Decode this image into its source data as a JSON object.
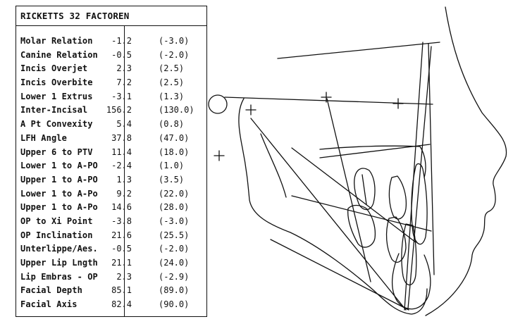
{
  "table": {
    "title": "RICKETTS 32 FACTOREN",
    "rows": [
      {
        "name": "Molar Relation",
        "value": "-1.2",
        "norm": "(-3.0)"
      },
      {
        "name": "Canine Relation",
        "value": "-0.5",
        "norm": "(-2.0)"
      },
      {
        "name": "Incis Overjet",
        "value": "2.3",
        "norm": "(2.5)"
      },
      {
        "name": "Incis Overbite",
        "value": "7.2",
        "norm": "(2.5)"
      },
      {
        "name": "Lower 1 Extrus",
        "value": "-3.1",
        "norm": "(1.3)"
      },
      {
        "name": "Inter-Incisal",
        "value": "156.2",
        "norm": "(130.0)"
      },
      {
        "name": "A Pt Convexity",
        "value": "5.4",
        "norm": "(0.8)"
      },
      {
        "name": "LFH Angle",
        "value": "37.8",
        "norm": "(47.0)"
      },
      {
        "name": "Upper 6 to PTV",
        "value": "11.4",
        "norm": "(18.0)"
      },
      {
        "name": "Lower 1 to A-PO",
        "value": "-2.4",
        "norm": "(1.0)"
      },
      {
        "name": "Upper 1 to A-PO",
        "value": "1.3",
        "norm": "(3.5)"
      },
      {
        "name": "Lower 1 to A-Po",
        "value": "9.2",
        "norm": "(22.0)"
      },
      {
        "name": "Upper 1 to A-Po",
        "value": "14.6",
        "norm": "(28.0)"
      },
      {
        "name": "OP to Xi Point",
        "value": "-3.8",
        "norm": "(-3.0)"
      },
      {
        "name": "OP Inclination",
        "value": "21.6",
        "norm": "(25.5)"
      },
      {
        "name": "Unterlippe/Aes.",
        "value": "-0.5",
        "norm": "(-2.0)"
      },
      {
        "name": "Upper Lip Lngth",
        "value": "21.1",
        "norm": "(24.0)"
      },
      {
        "name": "Lip Embras - OP",
        "value": "2.3",
        "norm": "(-2.9)"
      },
      {
        "name": "Facial Depth",
        "value": "85.1",
        "norm": "(89.0)"
      },
      {
        "name": "Facial Axis",
        "value": "82.4",
        "norm": "(90.0)"
      }
    ]
  },
  "diagram": {
    "line_color": "#111111"
  }
}
